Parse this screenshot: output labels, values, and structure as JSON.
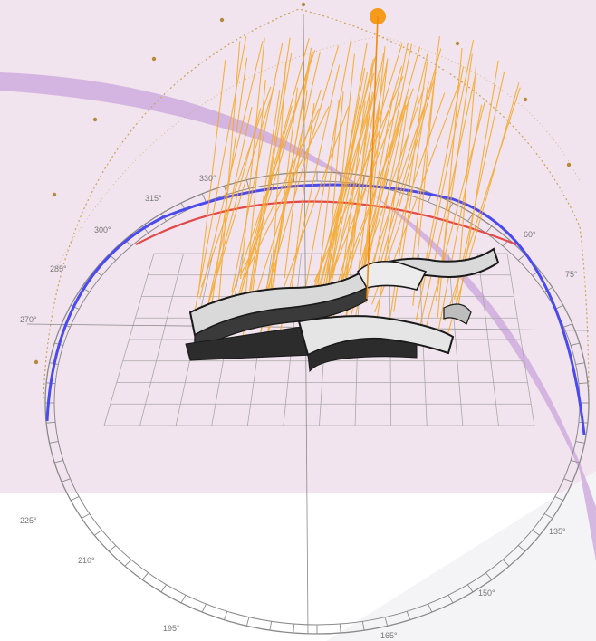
{
  "azimuth_labels": [
    {
      "text": "315°"
    },
    {
      "text": "330°"
    },
    {
      "text": "300°"
    },
    {
      "text": "285°"
    },
    {
      "text": "270°"
    },
    {
      "text": "60°"
    },
    {
      "text": "75°"
    },
    {
      "text": "225°"
    },
    {
      "text": "210°"
    },
    {
      "text": "195°"
    },
    {
      "text": "165°"
    },
    {
      "text": "150°"
    },
    {
      "text": "135°"
    }
  ],
  "colors": {
    "background_top": "#f2e4ee",
    "background_bottom": "#ffffff",
    "swoosh": "#c9a6dc",
    "sun": "#f59a1a",
    "sun_rays": "#f6a623",
    "sun_path": "#c9a45c",
    "horizon_ring": "#8a8a8a",
    "summer_arc": "#4a4aee",
    "winter_arc": "#e24a4a",
    "ground_grid": "#9a9a9a",
    "building": "#1a1a1a"
  },
  "icons": [
    "sun-icon",
    "building-model"
  ]
}
